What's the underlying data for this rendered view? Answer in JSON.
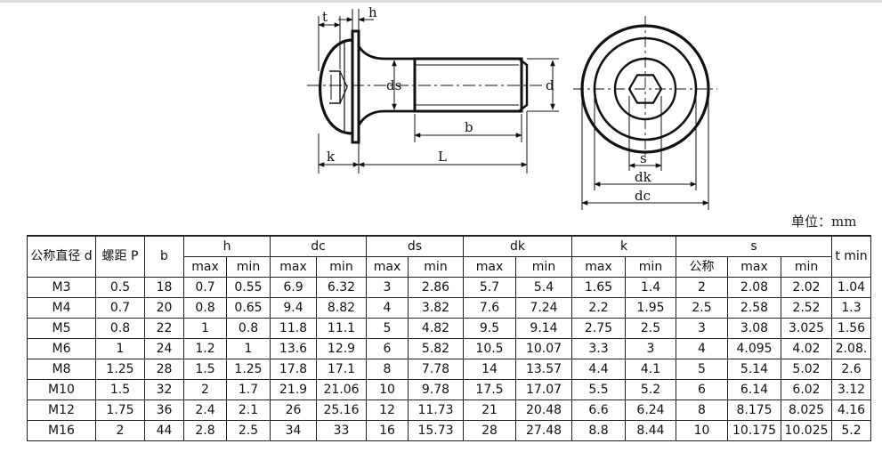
{
  "drawing": {
    "side_labels": {
      "t": "t",
      "h": "h",
      "ds": "ds",
      "d": "d",
      "b": "b",
      "k": "k",
      "L": "L"
    },
    "front_labels": {
      "s": "s",
      "dk": "dk",
      "dc": "dc"
    }
  },
  "unit_label": "单位：mm",
  "table": {
    "headers": {
      "nominal_diameter": "公称直径 d",
      "pitch": "螺距 P",
      "b": "b",
      "h": "h",
      "dc": "dc",
      "ds": "ds",
      "dk": "dk",
      "k": "k",
      "s": "s",
      "t_min": "t min"
    },
    "subheaders": {
      "max": "max",
      "min": "min",
      "nominal": "公称"
    },
    "rows": [
      {
        "d": "M3",
        "p": "0.5",
        "b": "18",
        "h_max": "0.7",
        "h_min": "0.55",
        "dc_max": "6.9",
        "dc_min": "6.32",
        "ds_max": "3",
        "ds_min": "2.86",
        "dk_max": "5.7",
        "dk_min": "5.4",
        "k_max": "1.65",
        "k_min": "1.4",
        "s_nom": "2",
        "s_max": "2.08",
        "s_min": "2.02",
        "t_min": "1.04"
      },
      {
        "d": "M4",
        "p": "0.7",
        "b": "20",
        "h_max": "0.8",
        "h_min": "0.65",
        "dc_max": "9.4",
        "dc_min": "8.82",
        "ds_max": "4",
        "ds_min": "3.82",
        "dk_max": "7.6",
        "dk_min": "7.24",
        "k_max": "2.2",
        "k_min": "1.95",
        "s_nom": "2.5",
        "s_max": "2.58",
        "s_min": "2.52",
        "t_min": "1.3"
      },
      {
        "d": "M5",
        "p": "0.8",
        "b": "22",
        "h_max": "1",
        "h_min": "0.8",
        "dc_max": "11.8",
        "dc_min": "11.1",
        "ds_max": "5",
        "ds_min": "4.82",
        "dk_max": "9.5",
        "dk_min": "9.14",
        "k_max": "2.75",
        "k_min": "2.5",
        "s_nom": "3",
        "s_max": "3.08",
        "s_min": "3.025",
        "t_min": "1.56"
      },
      {
        "d": "M6",
        "p": "1",
        "b": "24",
        "h_max": "1.2",
        "h_min": "1",
        "dc_max": "13.6",
        "dc_min": "12.9",
        "ds_max": "6",
        "ds_min": "5.82",
        "dk_max": "10.5",
        "dk_min": "10.07",
        "k_max": "3.3",
        "k_min": "3",
        "s_nom": "4",
        "s_max": "4.095",
        "s_min": "4.02",
        "t_min": "2.08."
      },
      {
        "d": "M8",
        "p": "1.25",
        "b": "28",
        "h_max": "1.5",
        "h_min": "1.25",
        "dc_max": "17.8",
        "dc_min": "17.1",
        "ds_max": "8",
        "ds_min": "7.78",
        "dk_max": "14",
        "dk_min": "13.57",
        "k_max": "4.4",
        "k_min": "4.1",
        "s_nom": "5",
        "s_max": "5.14",
        "s_min": "5.02",
        "t_min": "2.6"
      },
      {
        "d": "M10",
        "p": "1.5",
        "b": "32",
        "h_max": "2",
        "h_min": "1.7",
        "dc_max": "21.9",
        "dc_min": "21.06",
        "ds_max": "10",
        "ds_min": "9.78",
        "dk_max": "17.5",
        "dk_min": "17.07",
        "k_max": "5.5",
        "k_min": "5.2",
        "s_nom": "6",
        "s_max": "6.14",
        "s_min": "6.02",
        "t_min": "3.12"
      },
      {
        "d": "M12",
        "p": "1.75",
        "b": "36",
        "h_max": "2.4",
        "h_min": "2.1",
        "dc_max": "26",
        "dc_min": "25.16",
        "ds_max": "12",
        "ds_min": "11.73",
        "dk_max": "21",
        "dk_min": "20.48",
        "k_max": "6.6",
        "k_min": "6.24",
        "s_nom": "8",
        "s_max": "8.175",
        "s_min": "8.025",
        "t_min": "4.16"
      },
      {
        "d": "M16",
        "p": "2",
        "b": "44",
        "h_max": "2.8",
        "h_min": "2.5",
        "dc_max": "34",
        "dc_min": "33",
        "ds_max": "16",
        "ds_min": "15.73",
        "dk_max": "28",
        "dk_min": "27.48",
        "k_max": "8.8",
        "k_min": "8.44",
        "s_nom": "10",
        "s_max": "10.175",
        "s_min": "10.025",
        "t_min": "5.2"
      }
    ]
  }
}
